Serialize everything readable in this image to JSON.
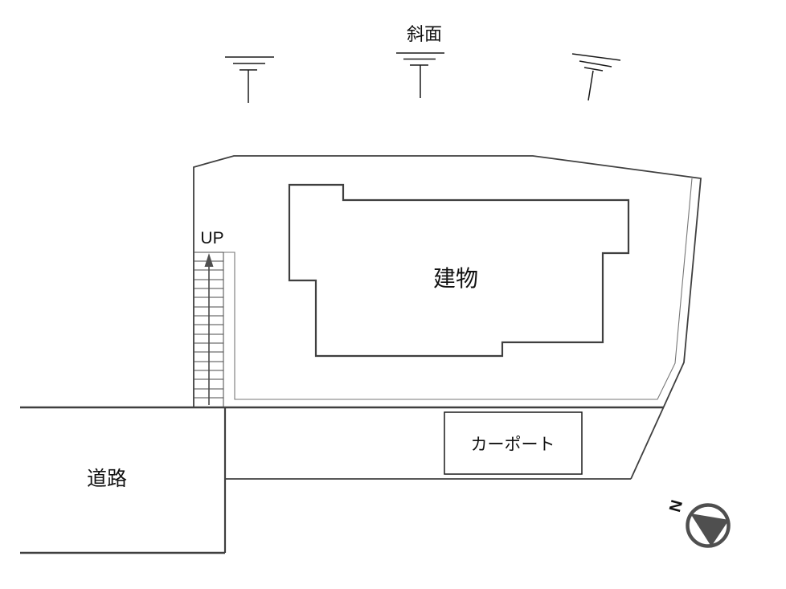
{
  "title": "site-plan-drawing",
  "labels": {
    "slope": "斜面",
    "building": "建物",
    "carport": "カーポート",
    "road": "道路",
    "up": "UP",
    "north": "N"
  },
  "icons": {
    "north_compass": "compass-circle-with-filled-triangle",
    "slope_symbol": "ground-slope-hatch-mark",
    "up_arrow": "stair-direction-arrow"
  },
  "colors": {
    "line": "#3f3f3f",
    "thin_line": "#777777",
    "stair_line": "#4a4a4a",
    "compass": "#4f4f4f",
    "symbol": "#1a1a1a",
    "text": "#111111",
    "background": "#ffffff"
  }
}
